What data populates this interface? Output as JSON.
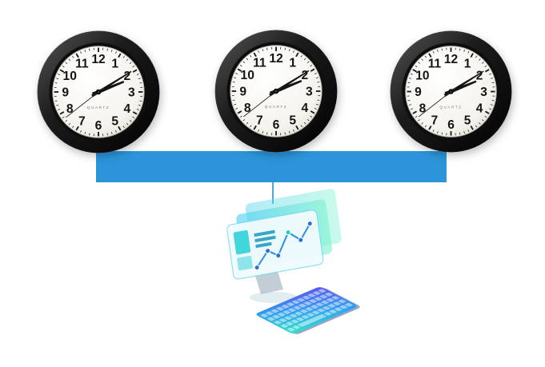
{
  "scene": {
    "background": "#ffffff"
  },
  "clocks": {
    "items": [
      {
        "id": "clock-left"
      },
      {
        "id": "clock-middle"
      },
      {
        "id": "clock-right"
      }
    ],
    "numerals": [
      "12",
      "1",
      "2",
      "3",
      "4",
      "5",
      "6",
      "7",
      "8",
      "9",
      "10",
      "11"
    ],
    "brand_label": "QUARTZ",
    "time": {
      "hour_angle": 68,
      "minute_angle": 58,
      "second_angle": 232
    },
    "frame_color": "#181818",
    "face_color": "#f6f4ef",
    "hand_color": "#141414"
  },
  "connector": {
    "bar_color": "#2C95DA",
    "line_color": "#4BA9E0"
  },
  "computer": {
    "panel_gradient": [
      "#49cdf2",
      "#7df2cf"
    ],
    "cards_color": "#2fd0d8",
    "text_lines_color": "#1899b8",
    "screen_chart": {
      "type": "line",
      "points": [
        [
          30,
          58
        ],
        [
          46,
          40
        ],
        [
          58,
          48
        ],
        [
          74,
          22
        ],
        [
          88,
          34
        ],
        [
          102,
          16
        ]
      ],
      "line_color": "#2e8fe0",
      "dot_color": "#2b6fd8",
      "highlight_dot_index": 3,
      "highlight_dot_color": "#19d3b4"
    },
    "keyboard_gradient": [
      "#2ee6c8",
      "#2f9df0",
      "#5b54f2"
    ],
    "keyboard": {
      "rows": 5,
      "cols": 12
    }
  }
}
